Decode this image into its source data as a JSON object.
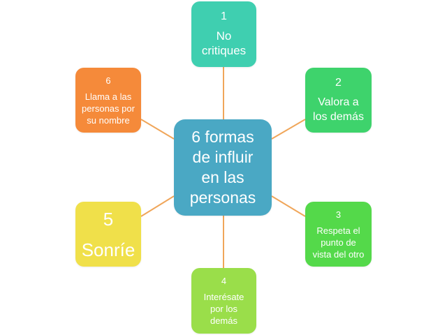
{
  "diagram": {
    "center": {
      "label": "6 formas\nde influir\nen las\npersonas",
      "color": "#4aa8c4"
    },
    "connector_color": "#f0a65a",
    "nodes": [
      {
        "number": "1",
        "label": "No\ncritiques",
        "color": "#3fcfb0"
      },
      {
        "number": "2",
        "label": "Valora a\nlos demás",
        "color": "#3ed36c"
      },
      {
        "number": "3",
        "label": "Respeta el\npunto de\nvista del otro",
        "color": "#54d94a"
      },
      {
        "number": "4",
        "label": "Interésate\npor los\ndemás",
        "color": "#9ade4a"
      },
      {
        "number": "5",
        "label": "Sonríe",
        "color": "#f0e04a"
      },
      {
        "number": "6",
        "label": "Llama a las\npersonas por\nsu nombre",
        "color": "#f58a3a"
      }
    ]
  }
}
